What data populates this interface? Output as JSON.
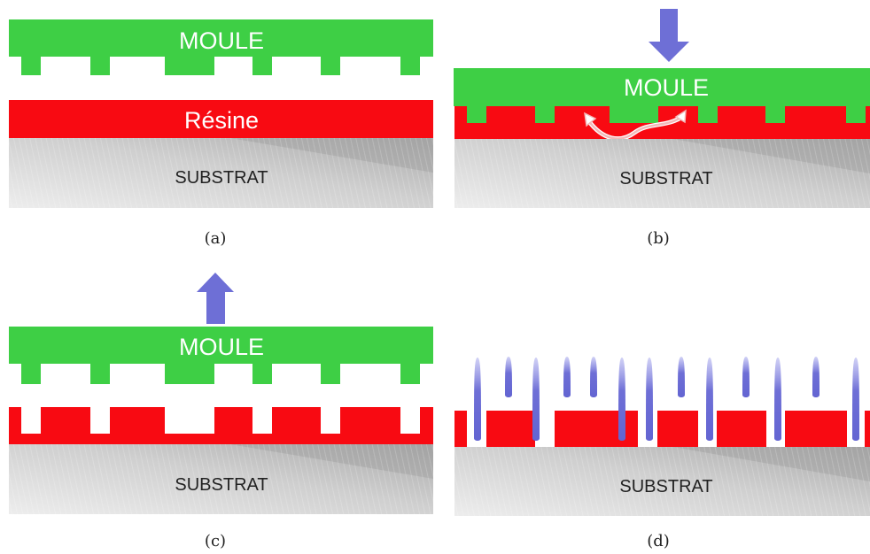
{
  "panels": {
    "a": {
      "caption": "(a)",
      "mold_label": "MOULE",
      "resin_label": "Résine",
      "substrate_label": "SUBSTRAT"
    },
    "b": {
      "caption": "(b)",
      "mold_label": "MOULE",
      "substrate_label": "SUBSTRAT"
    },
    "c": {
      "caption": "(c)",
      "mold_label": "MOULE",
      "substrate_label": "SUBSTRAT"
    },
    "d": {
      "caption": "(d)",
      "substrate_label": "SUBSTRAT"
    }
  },
  "colors": {
    "mold": "#3ecf45",
    "resin": "#f80a12",
    "substrate_light": "#e6e6e6",
    "substrate_dark": "#b0b0b0",
    "arrow": "#6e6fd6",
    "flow_arrow": "#f2b9b9"
  }
}
